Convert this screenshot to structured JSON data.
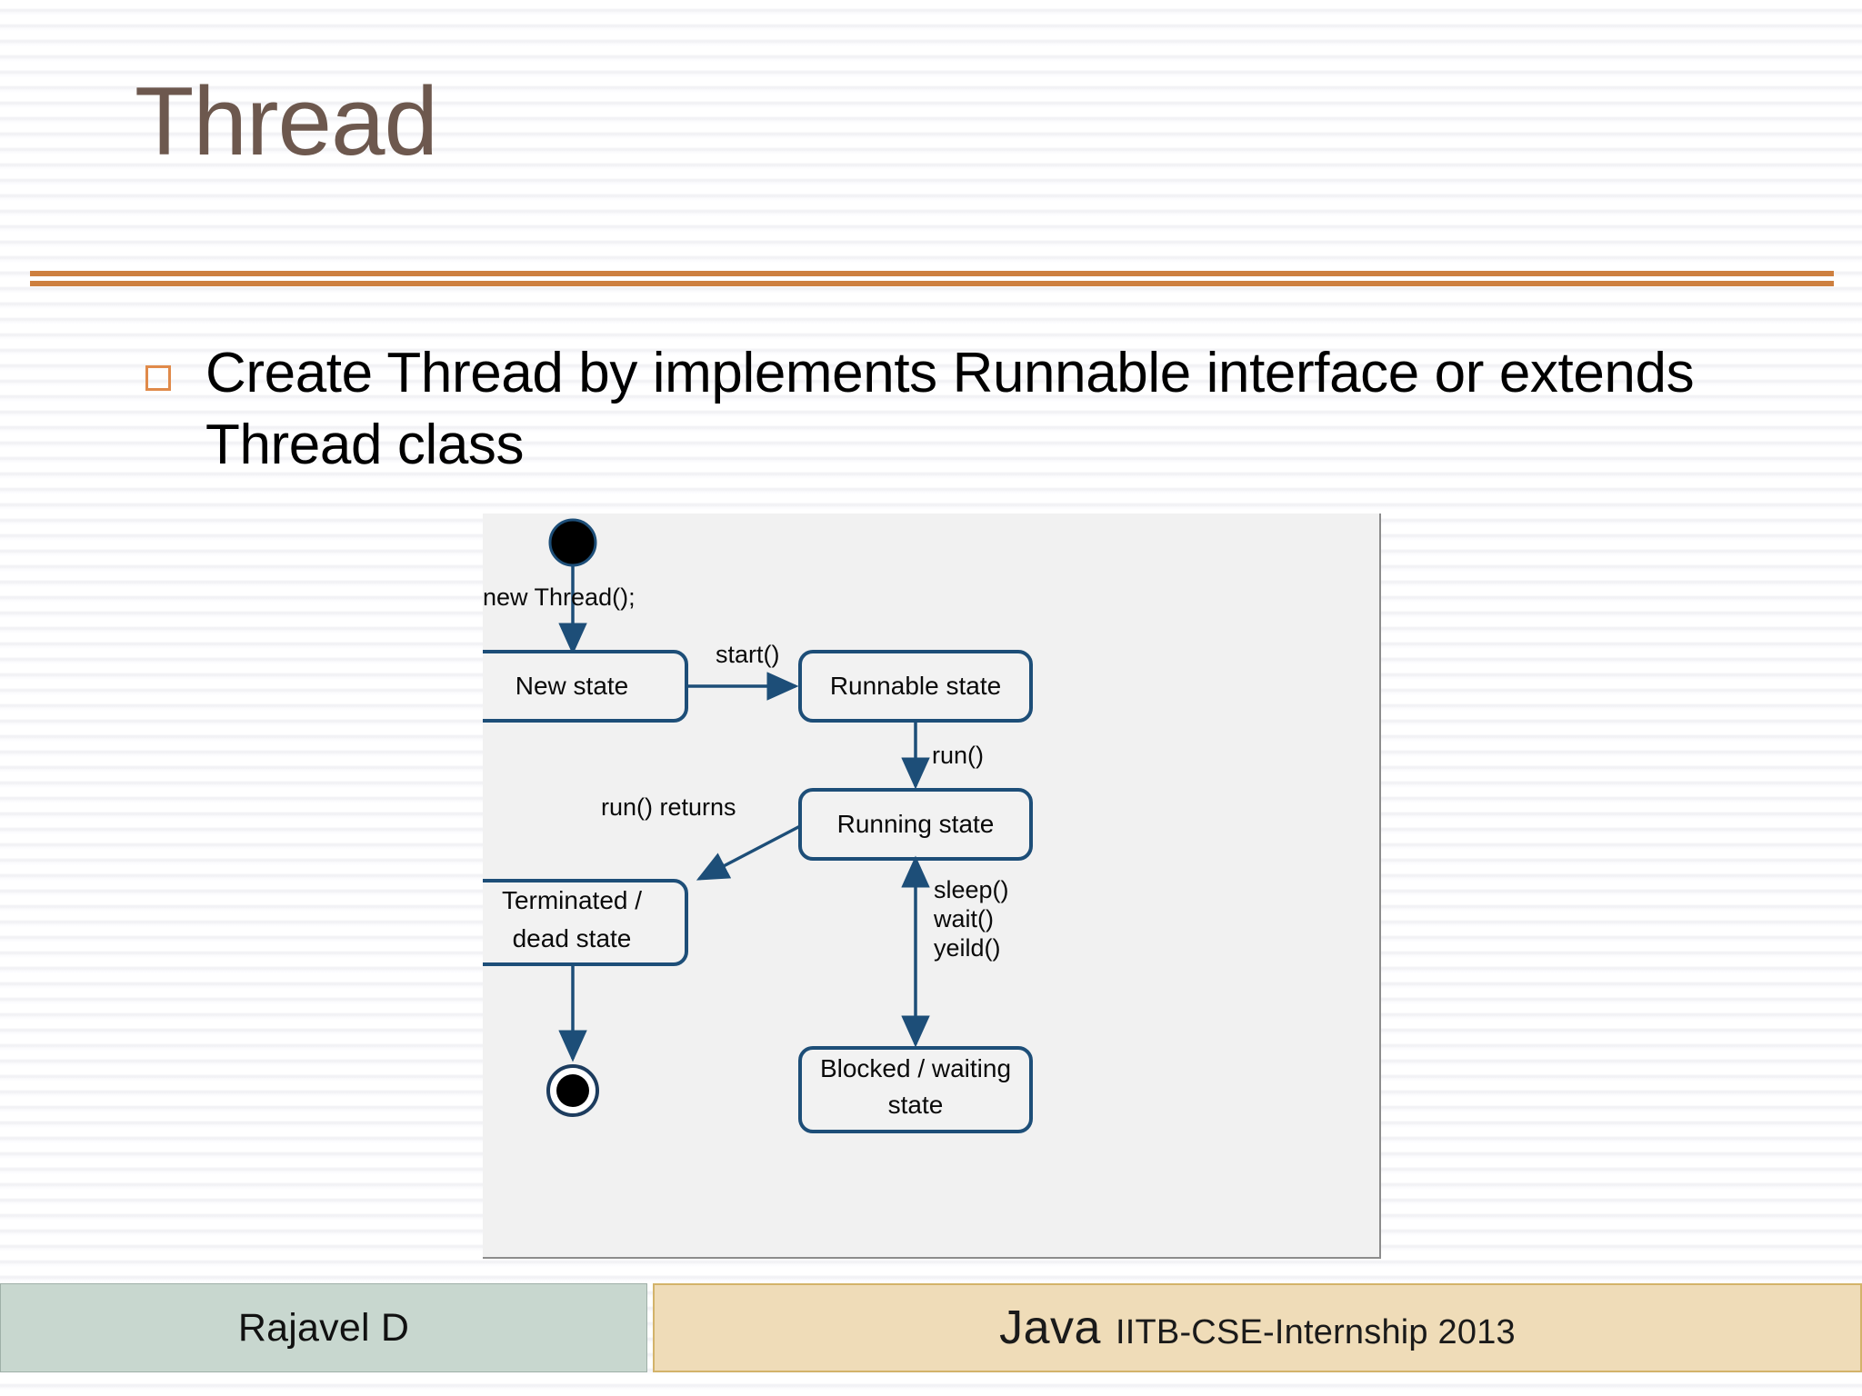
{
  "slide": {
    "title": "Thread",
    "title_color": "#6d584e",
    "accent_color": "#cd7f3f",
    "bullet_marker_color": "#e08a4a"
  },
  "body": {
    "bullets": [
      "Create Thread by implements Runnable interface or extends Thread class"
    ]
  },
  "diagram": {
    "type": "uml-state-machine",
    "panel_background": "#f1f1f1",
    "node_fill": "#f2f2f2",
    "node_stroke": "#1d4e78",
    "start_node": "start-node",
    "end_node": "end-node",
    "states": [
      {
        "id": "new",
        "label": "New state"
      },
      {
        "id": "runnable",
        "label": "Runnable state"
      },
      {
        "id": "running",
        "label": "Running state"
      },
      {
        "id": "terminated",
        "label_line1": "Terminated /",
        "label_line2": "dead state"
      },
      {
        "id": "blocked",
        "label_line1": "Blocked / waiting",
        "label_line2": "state"
      }
    ],
    "transitions": [
      {
        "from": "start",
        "to": "new",
        "label": "new Thread();"
      },
      {
        "from": "new",
        "to": "runnable",
        "label": "start()"
      },
      {
        "from": "runnable",
        "to": "running",
        "label": "run()"
      },
      {
        "from": "running",
        "to": "terminated",
        "label": "run() returns"
      },
      {
        "from": "running",
        "to": "blocked",
        "bidirectional": true,
        "label_line1": "sleep()",
        "label_line2": "wait()",
        "label_line3": "yeild()"
      },
      {
        "from": "terminated",
        "to": "end",
        "label": ""
      }
    ]
  },
  "footer": {
    "author": "Rajavel D",
    "subject": "Java",
    "course": "IITB-CSE-Internship 2013",
    "left_background": "#c8d7cf",
    "right_background": "#efdcb8"
  }
}
